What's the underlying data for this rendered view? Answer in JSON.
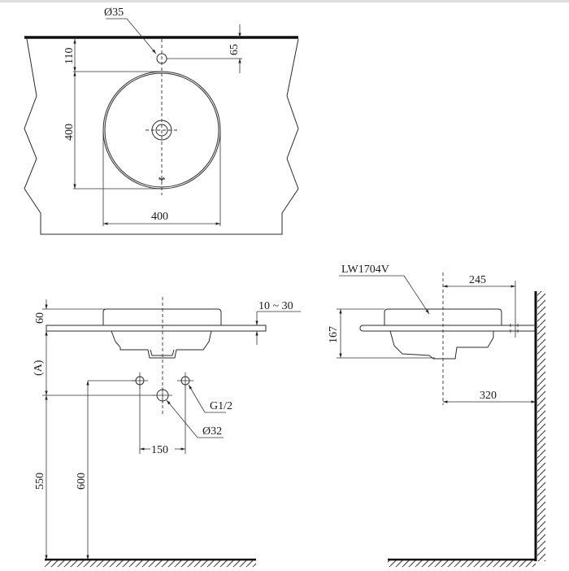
{
  "top_view": {
    "faucet_hole_diameter": "Ø35",
    "faucet_offset": "110",
    "counter_edge_offset": "65",
    "bowl_depth": "400",
    "bowl_width": "400"
  },
  "front_view": {
    "rim_height": "60",
    "counter_thickness": "10 ~ 30",
    "variable_height": "(A)",
    "supply_thread": "G1/2",
    "drain_diameter": "Ø32",
    "supply_spacing": "150",
    "drain_height": "550",
    "supply_height": "600"
  },
  "side_view": {
    "model": "LW1704V",
    "faucet_to_wall": "245",
    "total_height": "167",
    "center_to_wall": "320"
  }
}
